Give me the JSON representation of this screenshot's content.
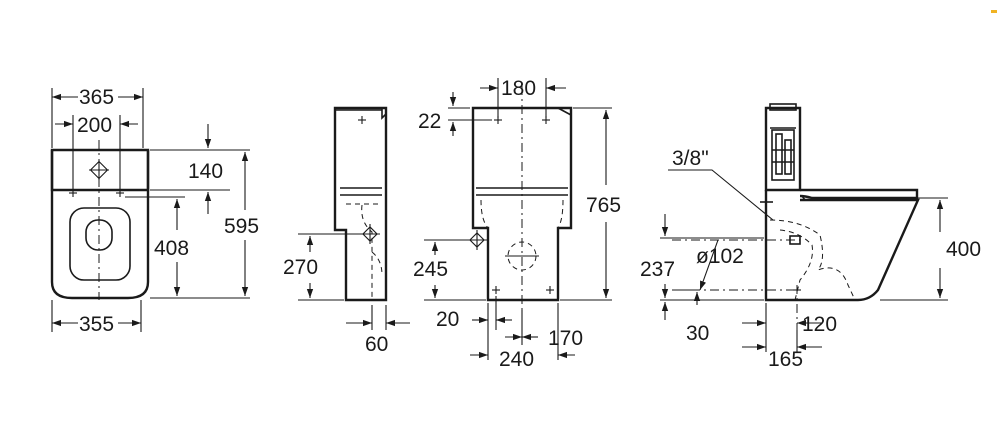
{
  "accent_color": "#f0b323",
  "views": {
    "top": {
      "dims": [
        "365",
        "200",
        "140",
        "595",
        "408",
        "355"
      ]
    },
    "side_small": {
      "dims": [
        "270",
        "60"
      ]
    },
    "front": {
      "dims": [
        "180",
        "22",
        "765",
        "245",
        "20",
        "170",
        "240"
      ]
    },
    "side": {
      "dims": [
        "3/8\"",
        "237",
        "ø102",
        "400",
        "30",
        "120",
        "165"
      ]
    }
  }
}
